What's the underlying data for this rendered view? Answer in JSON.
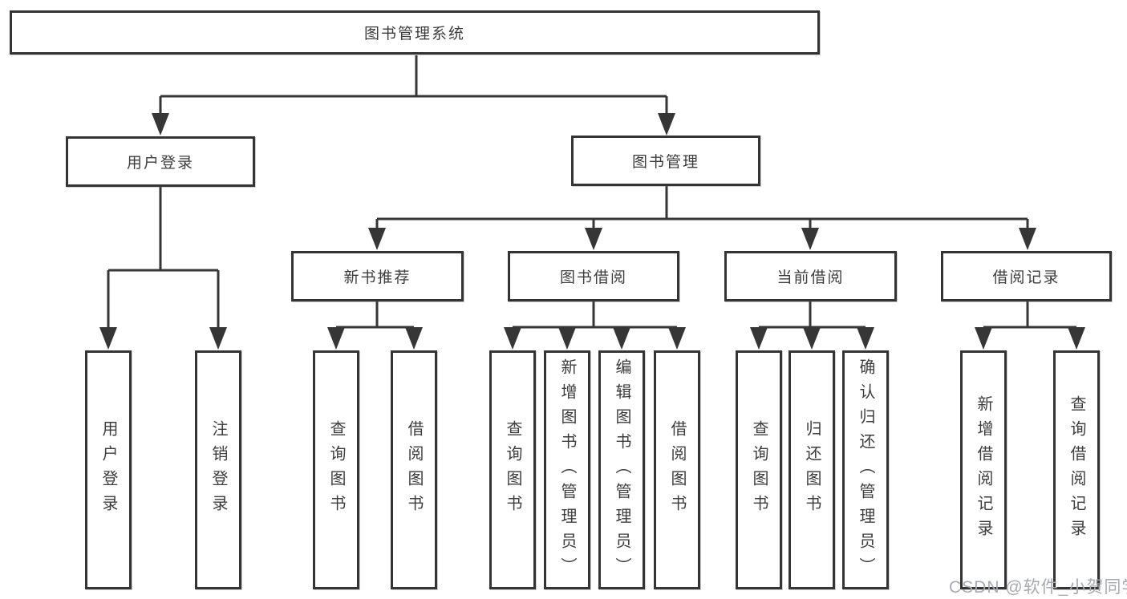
{
  "colors": {
    "line": "#363636",
    "box_border": "#343434",
    "text": "#3d3d3d",
    "background": "#ffffff",
    "watermark": "#a6aab2"
  },
  "watermark": {
    "text": "CSDN @软件_小贺同学"
  },
  "tree": {
    "root": {
      "label": "图书管理系统"
    },
    "branches": [
      {
        "label": "用户登录",
        "children": [
          {
            "label": "用户登录"
          },
          {
            "label": "注销登录"
          }
        ]
      },
      {
        "label": "图书管理",
        "children": [
          {
            "label": "新书推荐",
            "children": [
              {
                "label": "查询图书"
              },
              {
                "label": "借阅图书"
              }
            ]
          },
          {
            "label": "图书借阅",
            "children": [
              {
                "label": "查询图书"
              },
              {
                "label": "新增图书（管理员）"
              },
              {
                "label": "编辑图书（管理员）"
              },
              {
                "label": "借阅图书"
              }
            ]
          },
          {
            "label": "当前借阅",
            "children": [
              {
                "label": "查询图书"
              },
              {
                "label": "归还图书"
              },
              {
                "label": "确认归还（管理员）"
              }
            ]
          },
          {
            "label": "借阅记录",
            "children": [
              {
                "label": "新增借阅记录"
              },
              {
                "label": "查询借阅记录"
              }
            ]
          }
        ]
      }
    ]
  }
}
